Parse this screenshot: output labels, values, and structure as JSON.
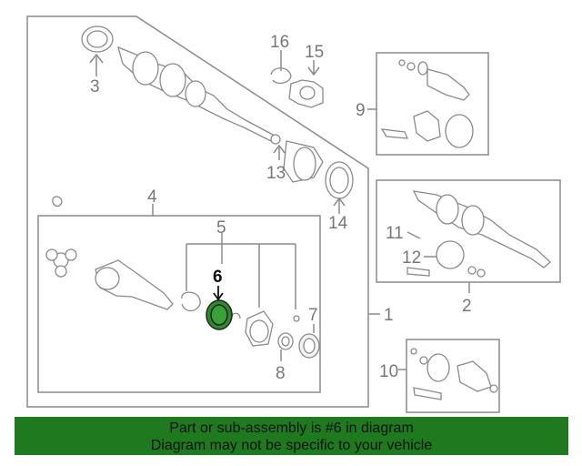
{
  "diagram": {
    "callouts": [
      "1",
      "2",
      "3",
      "4",
      "5",
      "6",
      "7",
      "8",
      "9",
      "10",
      "11",
      "12",
      "13",
      "14",
      "15",
      "16"
    ],
    "highlighted": "6",
    "colors": {
      "highlight": "#2d8a2d",
      "banner": "#1f7a1f",
      "line": "#8a8a8a"
    }
  },
  "footer": {
    "line1": "Part or sub-assembly is #6 in diagram",
    "line2": "Diagram may not be specific to your vehicle"
  }
}
